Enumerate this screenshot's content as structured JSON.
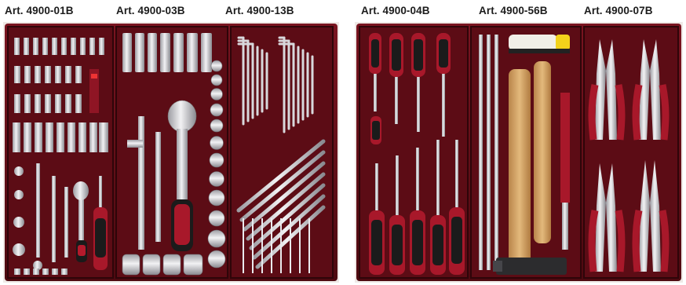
{
  "labels": {
    "a": "Art. 4900-01B",
    "b": "Art. 4900-03B",
    "c": "Art. 4900-13B",
    "d": "Art. 4900-04B",
    "e": "Art. 4900-56B",
    "f": "Art. 4900-07B"
  },
  "colors": {
    "tray": "#6a1019",
    "tray_dark": "#3c060c",
    "tray_mid": "#8a1a24",
    "chrome": "#cfcfd2",
    "chrome_hi": "#f0f0f2",
    "handle_red": "#a8182a",
    "handle_black": "#1b1b1b",
    "wood": "#d7a868"
  }
}
